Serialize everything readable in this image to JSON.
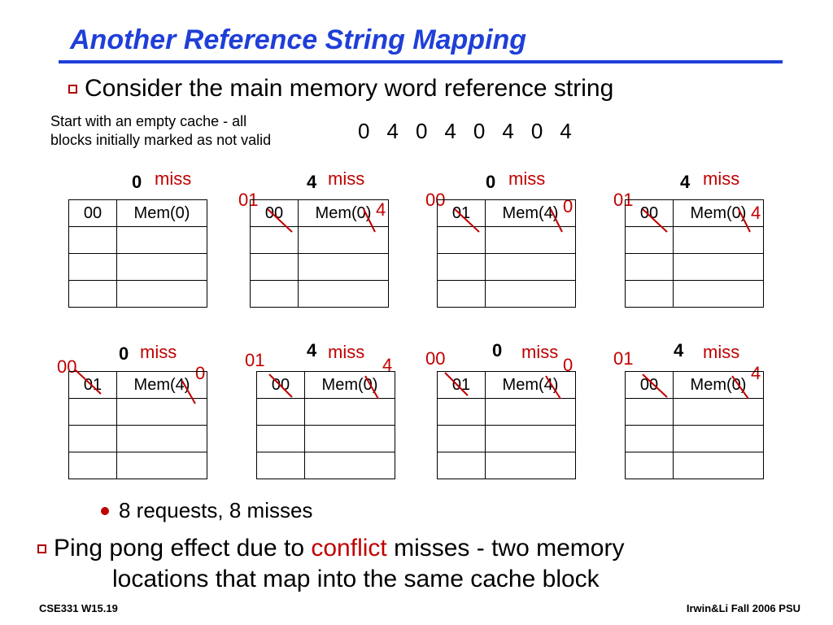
{
  "slide": {
    "title": "Another Reference String Mapping",
    "bullet1": "Consider the main memory word reference string",
    "note_line1": "Start with an empty cache - all",
    "note_line2": "blocks initially marked as not valid",
    "reference_string": [
      "0",
      "4",
      "0",
      "4",
      "0",
      "4",
      "0",
      "4"
    ],
    "bullet2": "8 requests, 8 misses",
    "bullet3_part1": "Ping pong effect due to ",
    "bullet3_highlight": "conflict",
    "bullet3_part2": " misses - two memory",
    "bullet3_line2": "locations that map into the same cache block",
    "footer_left": "CSE331  W15.19",
    "footer_right": "Irwin&Li Fall 2006 PSU",
    "accent_color": "#1f3fd8",
    "highlight_color": "#c00000"
  },
  "panels": [
    {
      "ref": "0",
      "status": "miss",
      "tag": "00",
      "data": "Mem(0)",
      "old_tag": "",
      "old_data_index": ""
    },
    {
      "ref": "4",
      "status": "miss",
      "tag": "00",
      "data": "Mem(0)",
      "old_tag": "01",
      "old_data_index": "4"
    },
    {
      "ref": "0",
      "status": "miss",
      "tag": "01",
      "data": "Mem(4)",
      "old_tag": "00",
      "old_data_index": "0"
    },
    {
      "ref": "4",
      "status": "miss",
      "tag": "00",
      "data": "Mem(0)",
      "old_tag": "01",
      "old_data_index": "4"
    },
    {
      "ref": "0",
      "status": "miss",
      "tag": "01",
      "data": "Mem(4)",
      "old_tag": "00",
      "old_data_index": "0"
    },
    {
      "ref": "4",
      "status": "miss",
      "tag": "00",
      "data": "Mem(0)",
      "old_tag": "01",
      "old_data_index": "4"
    },
    {
      "ref": "0",
      "status": "miss",
      "tag": "01",
      "data": "Mem(4)",
      "old_tag": "00",
      "old_data_index": "0"
    },
    {
      "ref": "4",
      "status": "miss",
      "tag": "00",
      "data": "Mem(0)",
      "old_tag": "01",
      "old_data_index": "4"
    }
  ]
}
